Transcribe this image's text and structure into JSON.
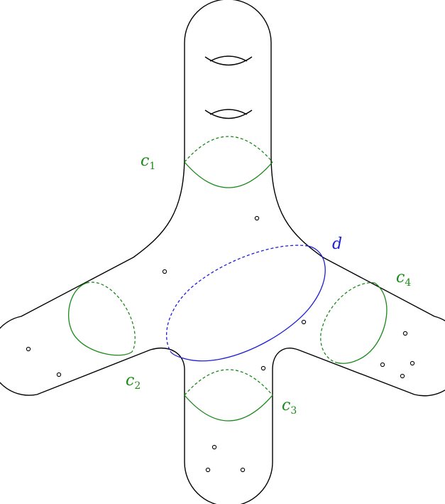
{
  "labels": {
    "c1": {
      "main": "c",
      "sub": "1"
    },
    "c2": {
      "main": "c",
      "sub": "2"
    },
    "c3": {
      "main": "c",
      "sub": "3"
    },
    "c4": {
      "main": "c",
      "sub": "4"
    },
    "d": {
      "main": "d"
    }
  },
  "colors": {
    "surface": "#000000",
    "curve_c": "#1a8a1a",
    "curve_d": "#1f1fd6",
    "background": "#ffffff"
  }
}
